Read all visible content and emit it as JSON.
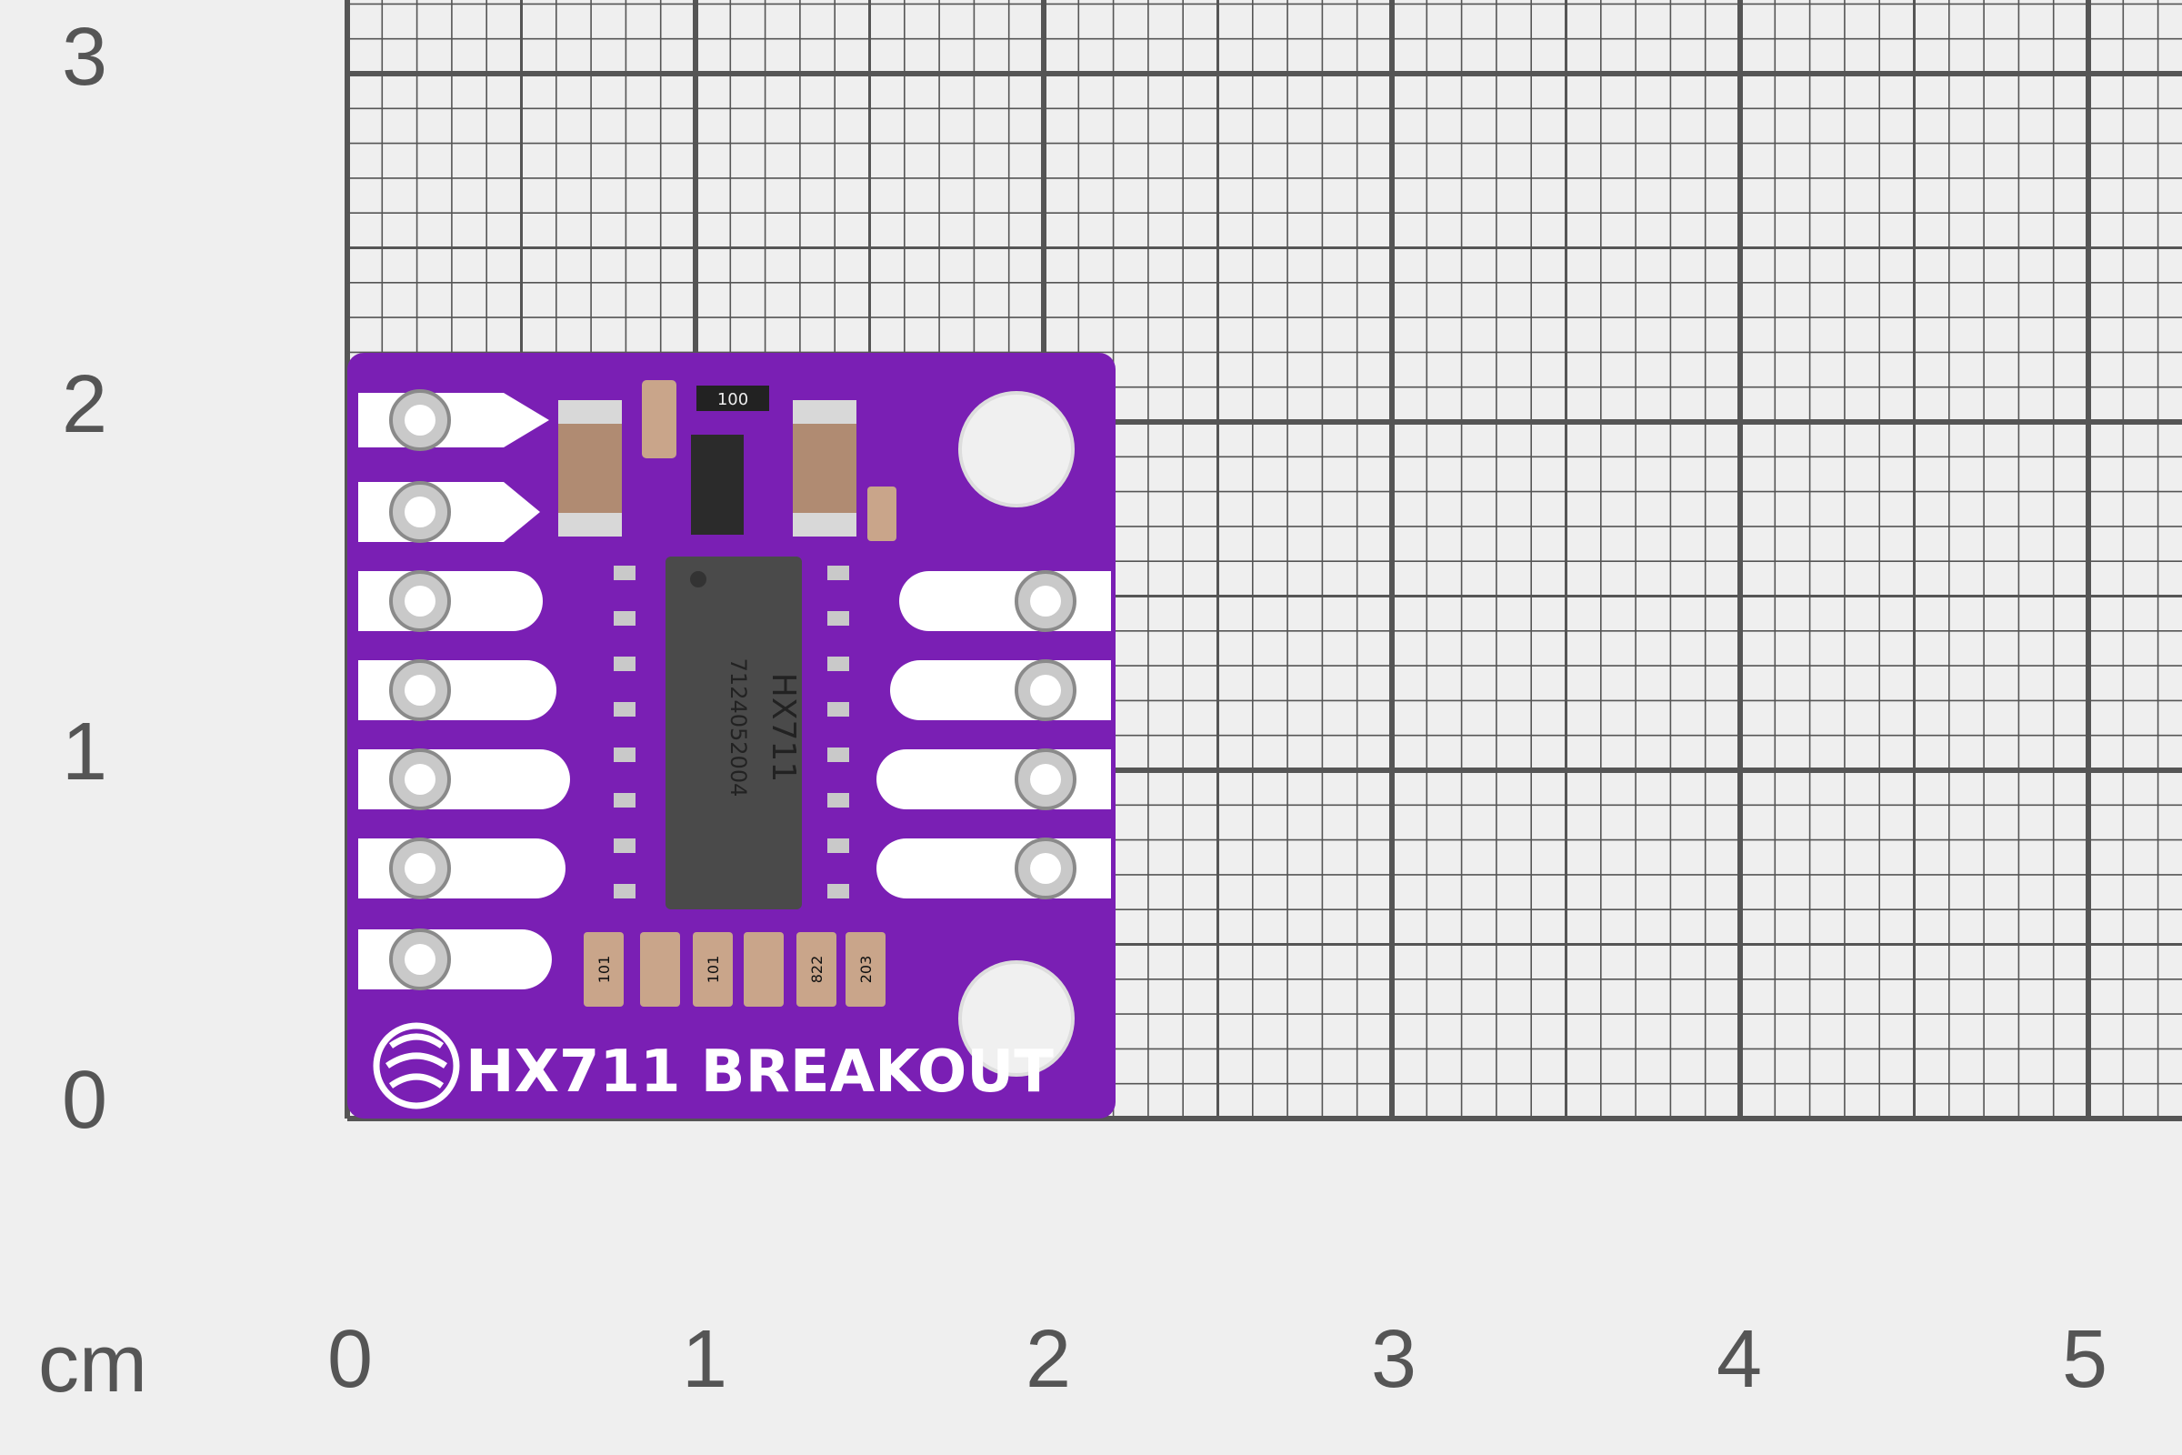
{
  "scale": {
    "unit": "cm",
    "x_labels": [
      "0",
      "1",
      "2",
      "3",
      "4",
      "5"
    ],
    "y_labels": [
      "3",
      "2",
      "1",
      "0"
    ]
  },
  "board": {
    "title": "HX711 BREAKOUT",
    "chip_marking_1": "HX711",
    "chip_marking_2": "7124052004",
    "resistor_labels": [
      "100",
      "101",
      "101",
      "822",
      "203"
    ],
    "colors": {
      "pcb": "#7a1fb4",
      "silkscreen": "#ffffff",
      "chip": "#4a4a4a",
      "pad": "#c9c9c9",
      "background": "#efefef",
      "grid": "#555555"
    }
  }
}
